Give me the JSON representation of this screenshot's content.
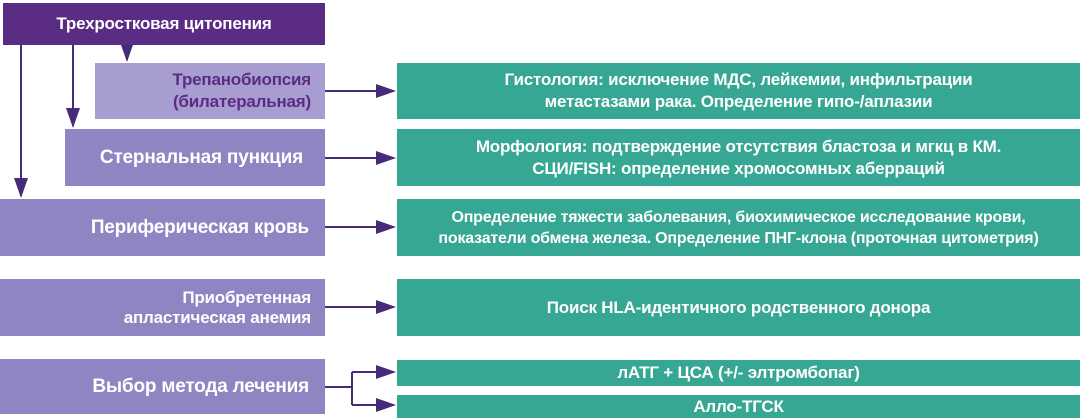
{
  "diagram": {
    "title": "Трехростковая  цитопения",
    "left_column": {
      "trepan": {
        "line1": "Трепанобиопсия",
        "line2": "(билатеральная)"
      },
      "sternal": "Стернальная пункция",
      "peripheral": "Периферическая кровь",
      "acquired": {
        "line1": "Приобретенная",
        "line2": "апластическая анемия"
      },
      "choice": "Выбор метода лечения"
    },
    "right_column": {
      "histology": {
        "line1": "Гистология: исключение МДС, лейкемии, инфильтрации",
        "line2": "метастазами  рака. Определение гипо-/аплазии"
      },
      "morphology": {
        "line1": "Морфология: подтверждение отсутствия  бластоза и мгкц в КМ.",
        "line2": "СЦИ/FISH: определение хромосомных аберраций"
      },
      "blood": {
        "line1": "Определение тяжести заболевания, биохимическое исследование крови,",
        "line2": "показатели обмена железа. Определение ПНГ-клона (проточная цитометрия)"
      },
      "donor": "Поиск HLA-идентичного родственного донора",
      "treatment_option1": "лАТГ + ЦСА (+/- элтромбопаг)",
      "treatment_option2": "Алло-ТГСК"
    },
    "colors": {
      "dark_purple": "#5a2c84",
      "light_purple": "#a89dd1",
      "mid_purple": "#9184c3",
      "teal_green": "#36a793",
      "arrow_purple": "#472a78"
    }
  }
}
